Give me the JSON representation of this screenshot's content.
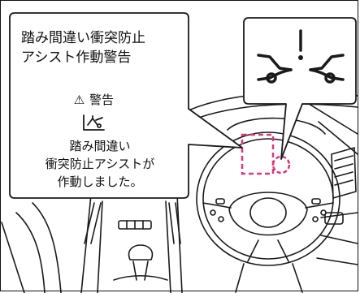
{
  "callout": {
    "title_line1": "踏み間違い衝突防止",
    "title_line2": "アシスト作動警告",
    "warning_icon": "⚠",
    "warning_label": "警告",
    "message_line1": "踏み間違い",
    "message_line2": "衝突防止アシストが",
    "message_line3": "作動しました。"
  },
  "icons": {
    "large_indicator": "pedal-misapplication-warning-icon",
    "small_indicator": "pedal-misapplication-indicator-icon"
  },
  "colors": {
    "highlight": "#d63a7a",
    "line": "#1a1a1a"
  }
}
